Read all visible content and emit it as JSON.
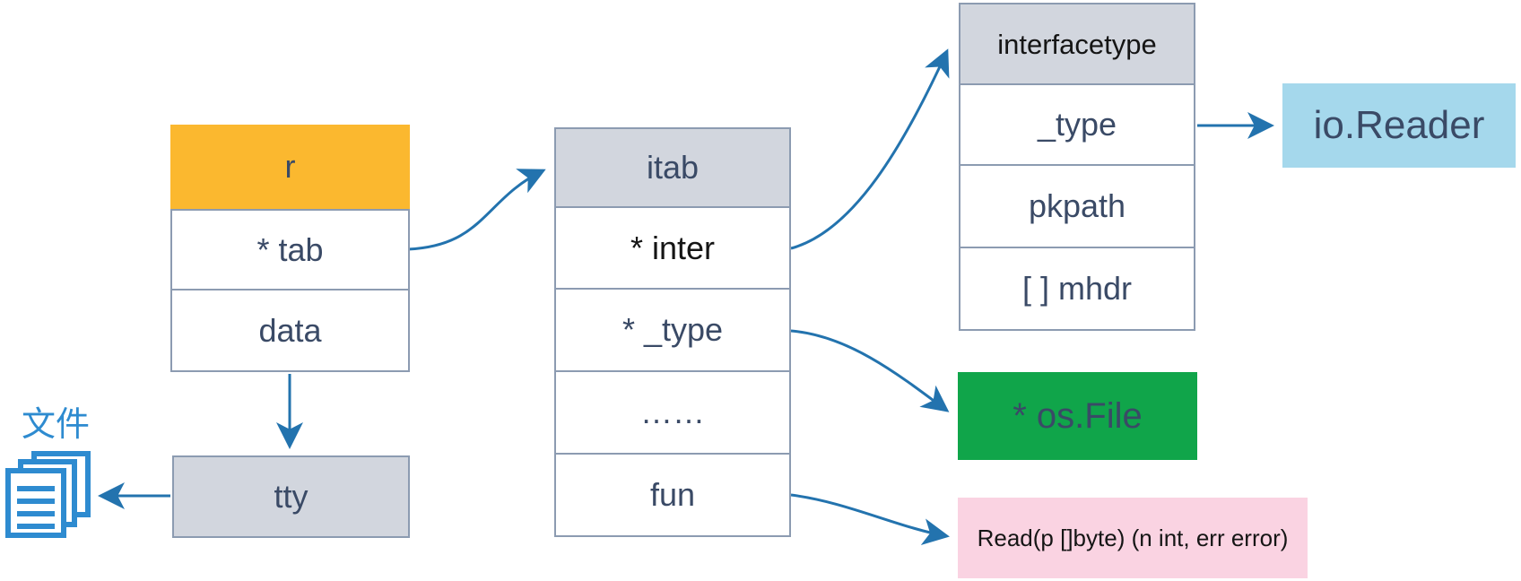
{
  "colors": {
    "arrow": "#2373AE",
    "orange_header": "#FBB82F",
    "gray_header": "#D2D6DE",
    "box_border": "#8C9BB1",
    "navy_text": "#3A4A66",
    "black_text": "#151515",
    "io_reader_bg": "#A5D8EC",
    "os_file_bg": "#10A54A",
    "read_bg": "#FAD3E2",
    "file_icon_blue": "#2E8BD0"
  },
  "r_struct": {
    "header": "r",
    "rows": [
      "* tab",
      "data"
    ]
  },
  "itab": {
    "header": "itab",
    "rows": [
      "* inter",
      "* _type",
      "……",
      "fun"
    ]
  },
  "interfacetype": {
    "header": "interfacetype",
    "rows": [
      "_type",
      "pkpath",
      "[ ] mhdr"
    ]
  },
  "io_reader": {
    "label": "io.Reader"
  },
  "os_file": {
    "label": "* os.File"
  },
  "read_method": {
    "label": "Read(p []byte) (n int, err error)"
  },
  "tty": {
    "label": "tty"
  },
  "file": {
    "label": "文件"
  },
  "icons": {
    "file_stack": "document-stack-icon"
  },
  "edges": [
    {
      "from": "r.* tab",
      "to": "itab"
    },
    {
      "from": "r.data",
      "to": "tty"
    },
    {
      "from": "tty",
      "to": "文件"
    },
    {
      "from": "itab.* inter",
      "to": "interfacetype"
    },
    {
      "from": "interfacetype._type",
      "to": "io.Reader"
    },
    {
      "from": "itab.* _type",
      "to": "* os.File"
    },
    {
      "from": "itab.fun",
      "to": "Read(p []byte) (n int, err error)"
    }
  ]
}
